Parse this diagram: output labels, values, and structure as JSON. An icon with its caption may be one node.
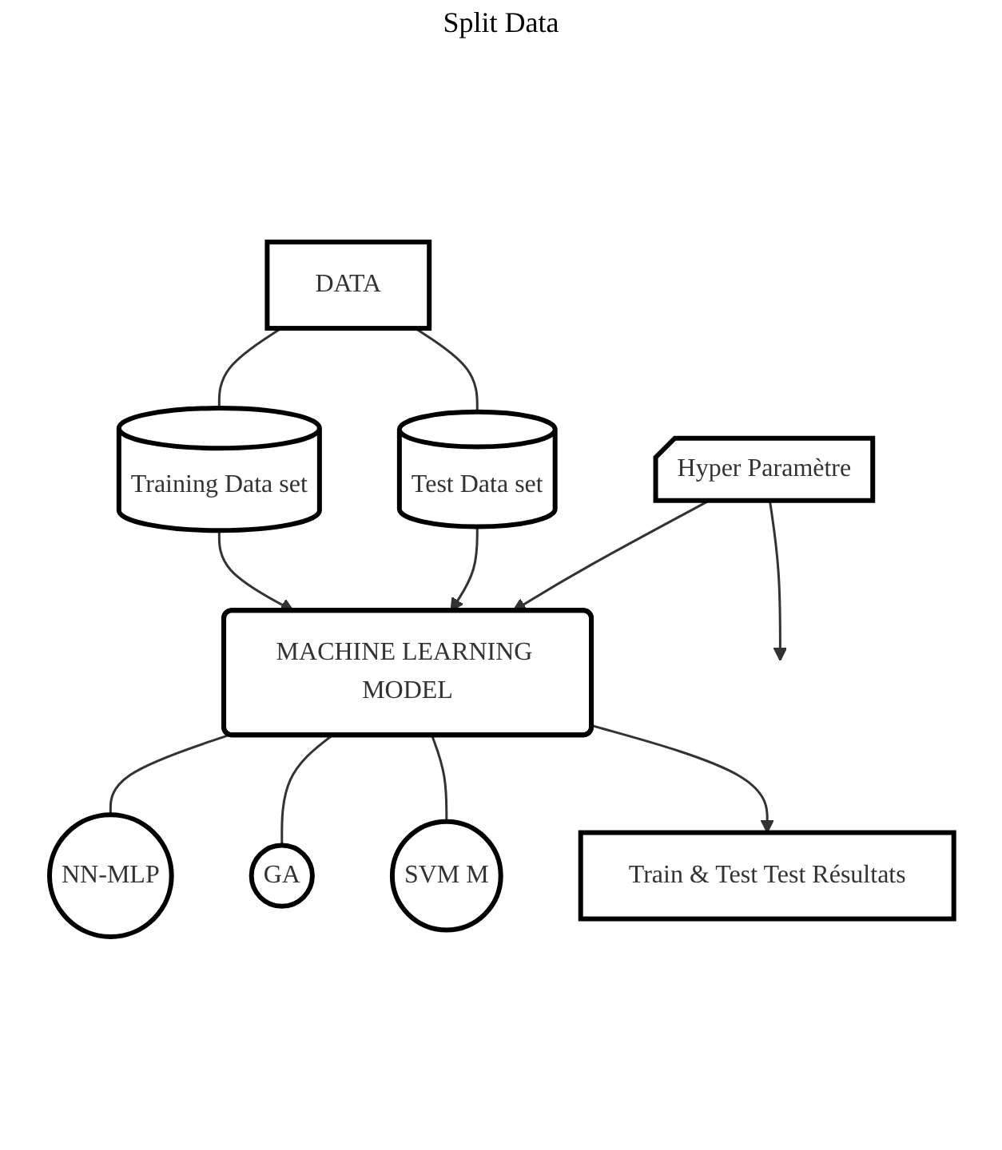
{
  "diagram": {
    "nodes": [
      {
        "text": [
          "DATA"
        ]
      },
      {
        "text": [
          "Training Data set"
        ]
      },
      {
        "text": [
          "Test Data set"
        ]
      },
      {
        "text": [
          "MACHINE LEARNING MODEL"
        ]
      },
      {
        "text": [
          "Hyper Paramètre"
        ]
      },
      {
        "text": [
          "NN-MLP"
        ]
      },
      {
        "text": [
          "GA"
        ]
      },
      {
        "text": [
          "SVM M"
        ]
      },
      {
        "text": [
          "Train & Test Test Résultats"
        ]
      }
    ],
    "edges": [
      {
        "from": 0,
        "to": 1,
        "arrow": "none"
      },
      {
        "from": 0,
        "to": 2,
        "arrow": "none"
      },
      {
        "from": 1,
        "to": 3,
        "arrow": "to"
      },
      {
        "from": 2,
        "to": 3,
        "arrow": "to"
      },
      {
        "from": 4,
        "to": 3,
        "arrow": "to"
      },
      {
        "from": 3,
        "to": 5,
        "arrow": "none"
      },
      {
        "from": 3,
        "to": 6,
        "arrow": "none"
      },
      {
        "from": 3,
        "to": 7,
        "arrow": "none"
      },
      {
        "from": 4,
        "to": null,
        "arrow": "to"
      },
      {
        "from": 3,
        "to": 8,
        "arrow": "to"
      }
    ],
    "labels": [
      "Split Data"
    ]
  }
}
